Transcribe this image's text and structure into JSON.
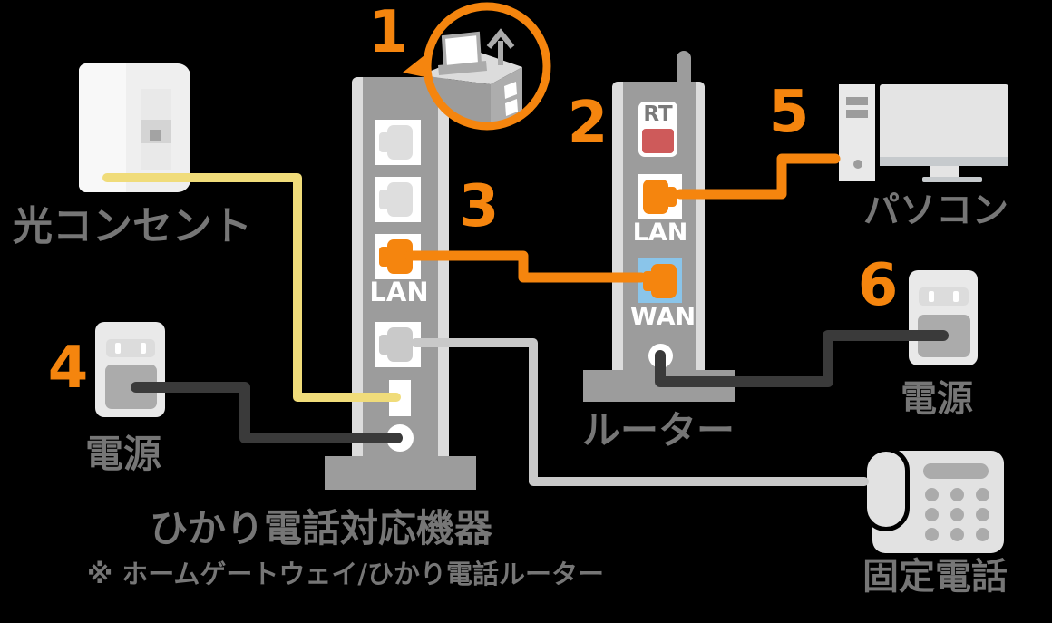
{
  "colors": {
    "accent_orange": "#F5850E",
    "cable_yellow": "#F0DC7A",
    "cable_black": "#3A3A3A",
    "cable_gray": "#C9C9C9",
    "device_gray": "#9C9C9C",
    "device_light": "#DCDCDC",
    "panel_light": "#E9E9E9",
    "detail_gray": "#ABABAB",
    "label_gray": "#767676",
    "rt_red": "#CE5A5A",
    "wan_blue": "#8AC5EA",
    "bg": "#000000"
  },
  "steps": [
    "1",
    "2",
    "3",
    "4",
    "5",
    "6"
  ],
  "labels": {
    "optical_outlet": "光コンセント",
    "power_left": "電源",
    "power_right": "電源",
    "gateway_title": "ひかり電話対応機器",
    "gateway_note": "※ ホームゲートウェイ/ひかり電話ルーター",
    "router": "ルーター",
    "pc": "パソコン",
    "phone": "固定電話"
  },
  "ports": {
    "gateway_lan": "LAN",
    "router_rt": "RT",
    "router_lan": "LAN",
    "router_wan": "WAN"
  }
}
